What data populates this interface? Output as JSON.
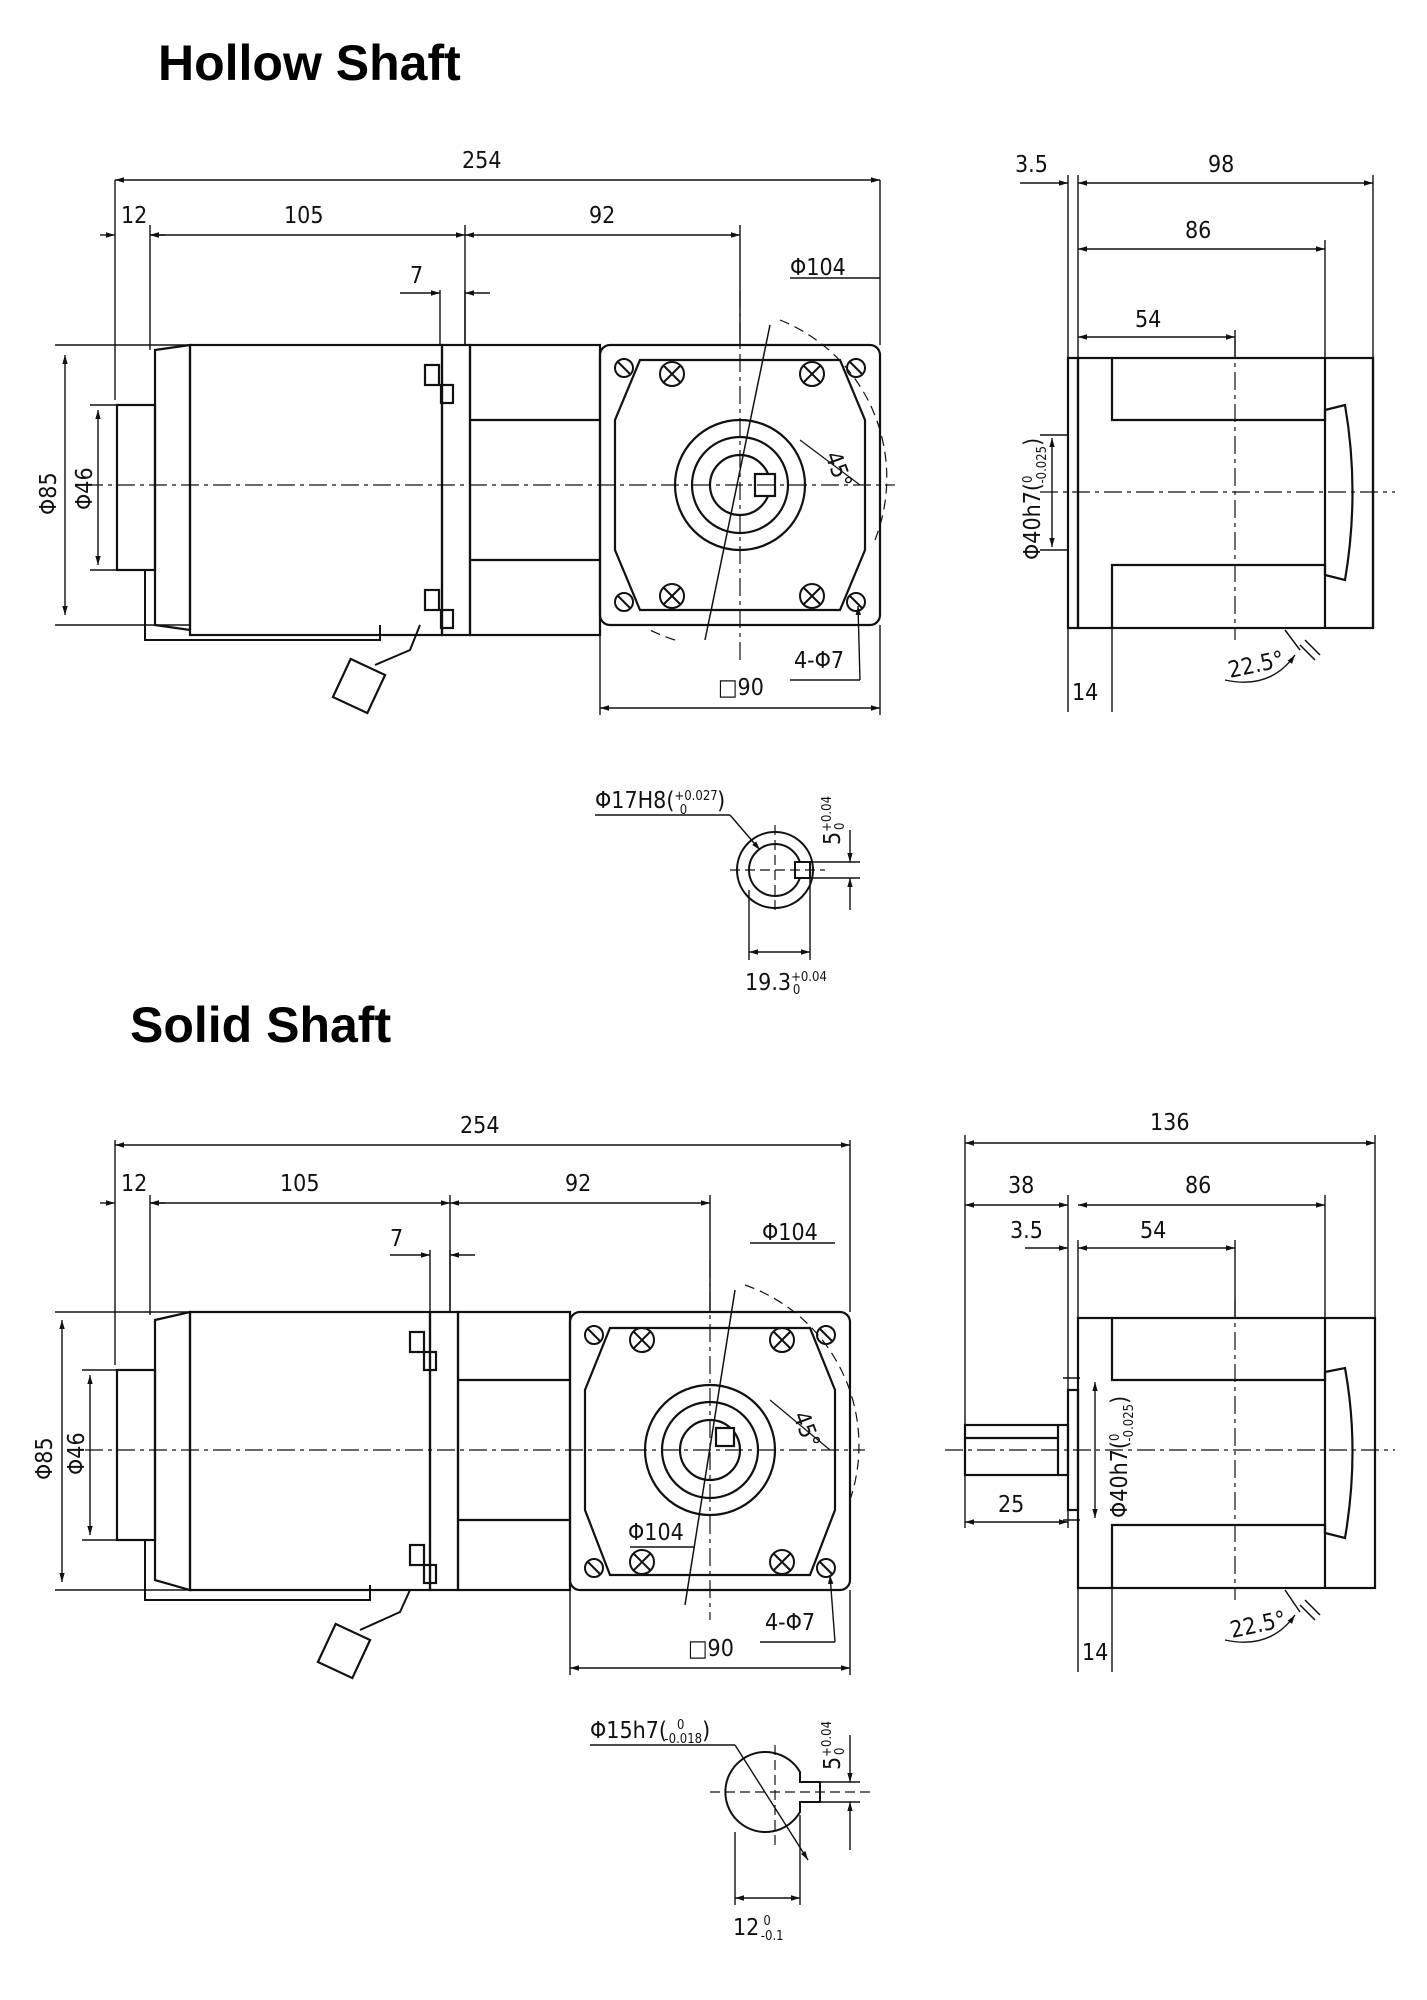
{
  "titles": {
    "hollow": "Hollow Shaft",
    "solid": "Solid Shaft"
  },
  "hollow": {
    "overall_length": "254",
    "brake_length": "12",
    "motor_length": "105",
    "gearbox_length": "92",
    "flange_gap": "7",
    "pcd": "Φ104",
    "motor_dia": "Φ85",
    "brake_dia": "Φ46",
    "bolt_angle": "45°",
    "holes": "4-Φ7",
    "square": "□90",
    "side_gap": "3.5",
    "side_width": "98",
    "side_body": "86",
    "side_center": "54",
    "pilot_dia": "Φ40h7(",
    "pilot_tol_upper": "0",
    "pilot_tol_lower": "-0.025",
    "pilot_close": ")",
    "flange_thickness": "14",
    "cable_angle": "22.5°",
    "bore": "Φ17H8(",
    "bore_tol_upper": "+0.027",
    "bore_tol_lower": "0",
    "bore_close": ")",
    "key_width": "5",
    "key_tol_upper": "+0.04",
    "key_tol_lower": "0",
    "key_depth": "19.3",
    "depth_tol_upper": "+0.04",
    "depth_tol_lower": "0"
  },
  "solid": {
    "overall_length": "254",
    "brake_length": "12",
    "motor_length": "105",
    "gearbox_length": "92",
    "flange_gap": "7",
    "pcd_top": "Φ104",
    "pcd_inner": "Φ104",
    "motor_dia": "Φ85",
    "brake_dia": "Φ46",
    "bolt_angle": "45°",
    "holes": "4-Φ7",
    "square": "□90",
    "side_total": "136",
    "shaft_ext": "38",
    "side_body": "86",
    "side_gap": "3.5",
    "side_center": "54",
    "shaft_length": "25",
    "pilot_dia": "Φ40h7(",
    "pilot_tol_upper": "0",
    "pilot_tol_lower": "-0.025",
    "pilot_close": ")",
    "flange_thickness": "14",
    "cable_angle": "22.5°",
    "shaft_dia": "Φ15h7(",
    "shaft_tol_upper": "0",
    "shaft_tol_lower": "-0.018",
    "shaft_close": ")",
    "key_width": "5",
    "key_tol_upper": "+0.04",
    "key_tol_lower": "0",
    "key_dim": "12",
    "key_dim_tol_upper": "0",
    "key_dim_tol_lower": "-0.1"
  }
}
